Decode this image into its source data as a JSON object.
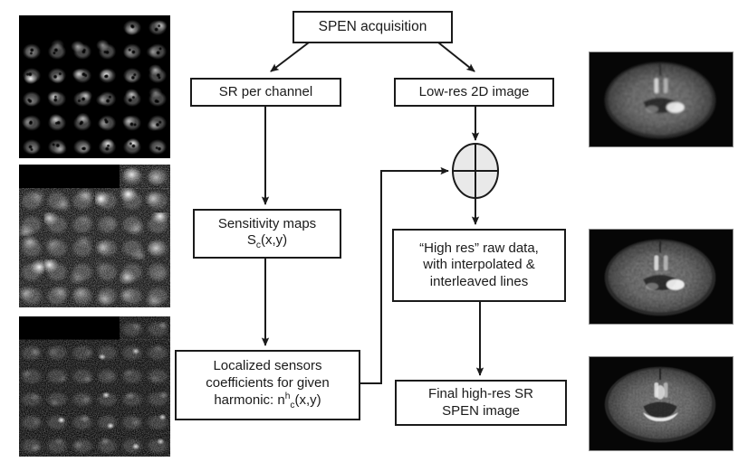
{
  "figure": {
    "nodes": {
      "spen": {
        "label": "SPEN acquisition"
      },
      "sr": {
        "label": "SR per channel"
      },
      "lowres": {
        "label": "Low-res 2D image"
      },
      "sens": {
        "line1": "Sensitivity maps",
        "formula": {
          "base": "S",
          "sub": "c",
          "rest": "(x,y)"
        }
      },
      "highres": {
        "line1": "“High res” raw data,",
        "line2": "with interpolated &",
        "line3": "interleaved lines"
      },
      "loc": {
        "line1": "Localized sensors",
        "line2": "coefficients for given",
        "formula": {
          "pre": "harmonic: n",
          "sup": "h",
          "sub": "c",
          "rest": "(x,y)"
        }
      },
      "final": {
        "line1": "Final high-res SR",
        "line2": "SPEN image"
      }
    },
    "operator": {
      "name": "plus-in-circle",
      "fill": "#e9e9e9"
    },
    "left_montages": [
      {
        "name": "sr-per-channel-montage",
        "rows": 6,
        "cols": 6,
        "leading_empty": 4,
        "style": "brains"
      },
      {
        "name": "sensitivity-maps-montage",
        "rows": 6,
        "cols": 6,
        "leading_empty": 4,
        "style": "smooth"
      },
      {
        "name": "localized-coefficients-montage",
        "rows": 6,
        "cols": 6,
        "leading_empty": 4,
        "style": "speckled"
      }
    ],
    "right_images": [
      {
        "name": "low-res-2d-brain-image"
      },
      {
        "name": "interpolated-raw-data-brain-image"
      },
      {
        "name": "final-high-res-sr-spen-brain-image"
      }
    ],
    "colors": {
      "line": "#1a1a1a",
      "box_bg": "#ffffff",
      "operator_fill": "#e9e9e9",
      "panel_bg": "#000000"
    }
  }
}
